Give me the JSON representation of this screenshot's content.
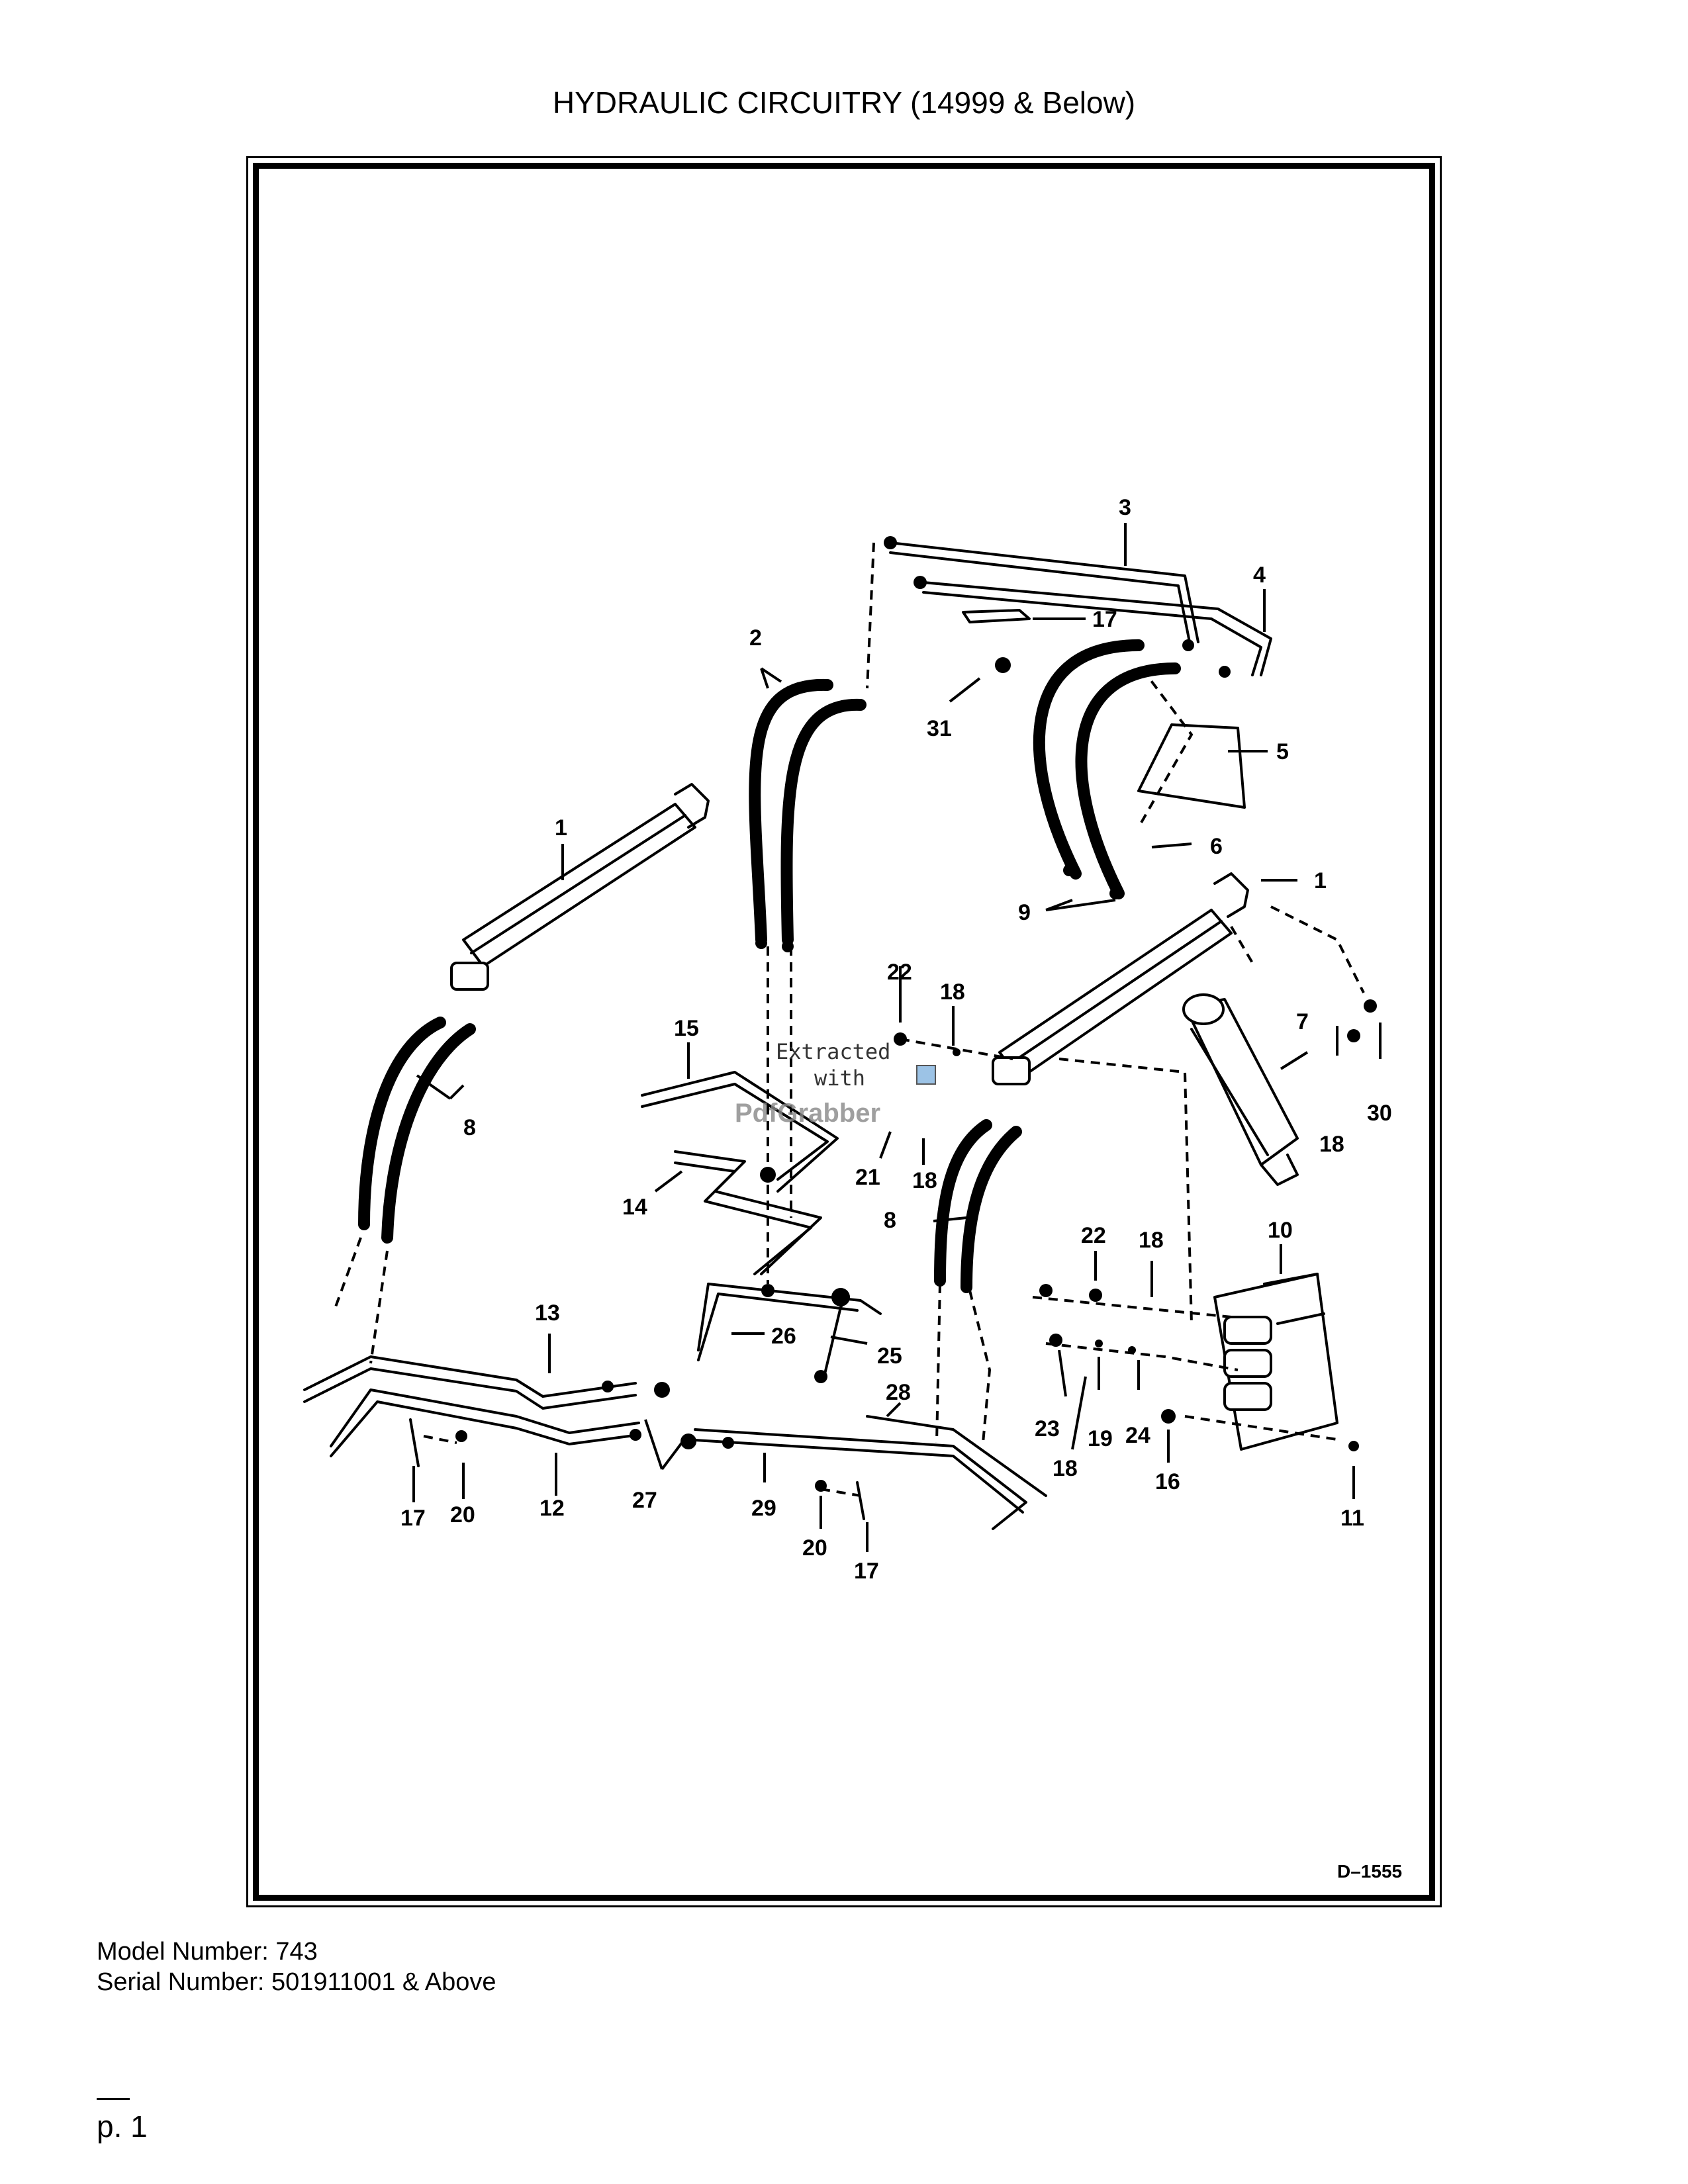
{
  "title": "HYDRAULIC CIRCUITRY (14999 & Below)",
  "drawing_id": "D–1555",
  "watermark": {
    "line1": "Extracted",
    "line2": "with",
    "brand": "PdfGrabber"
  },
  "callouts": [
    "1",
    "1",
    "2",
    "3",
    "4",
    "5",
    "6",
    "7",
    "8",
    "8",
    "9",
    "10",
    "11",
    "12",
    "13",
    "14",
    "15",
    "16",
    "17",
    "17",
    "17",
    "18",
    "18",
    "18",
    "18",
    "18",
    "19",
    "20",
    "20",
    "21",
    "22",
    "22",
    "23",
    "24",
    "25",
    "26",
    "27",
    "28",
    "29",
    "30",
    "31"
  ],
  "footer": {
    "model": "Model Number: 743",
    "serial": "Serial Number: 501911001 & Above",
    "page": "p. 1"
  }
}
